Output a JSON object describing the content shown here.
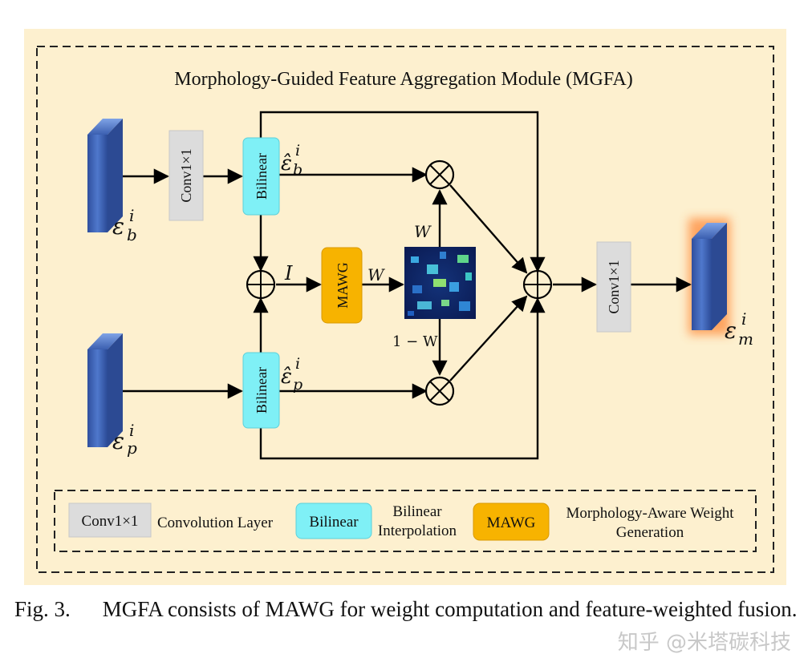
{
  "diagram": {
    "title": "Morphology-Guided Feature Aggregation Module (MGFA)",
    "nodes": {
      "conv_top": "Conv1×1",
      "bilinear_top": "Bilinear",
      "bilinear_bottom": "Bilinear",
      "mawg": "MAWG",
      "conv_out": "Conv1×1"
    },
    "labels": {
      "eb_hat": "ε̂",
      "ep_hat": "ε̂",
      "eb": "ε",
      "ep": "ε",
      "em": "ε",
      "sup_i": "i",
      "sub_b": "b",
      "sub_p": "p",
      "sub_m": "m",
      "I": "I",
      "W_after_mawg": "W",
      "W_up": "W",
      "one_minus_W": "1 − W"
    },
    "legend": {
      "conv_box": "Conv1×1",
      "conv_desc": "Convolution Layer",
      "bilinear_box": "Bilinear",
      "bilinear_desc_1": "Bilinear",
      "bilinear_desc_2": "Interpolation",
      "mawg_box": "MAWG",
      "mawg_desc_1": "Morphology-Aware Weight",
      "mawg_desc_2": "Generation"
    },
    "colors": {
      "panel_bg": "#fdf0cf",
      "conv_fill": "#dcdcdc",
      "bilinear_fill": "#7ff0f6",
      "mawg_fill": "#f7b300",
      "feature_blue": "#3c63b8"
    }
  },
  "caption": {
    "fig": "Fig. 3.",
    "text": "MGFA consists of MAWG for weight computation and feature-weighted fusion."
  },
  "watermark": "知乎 @米塔碳科技"
}
